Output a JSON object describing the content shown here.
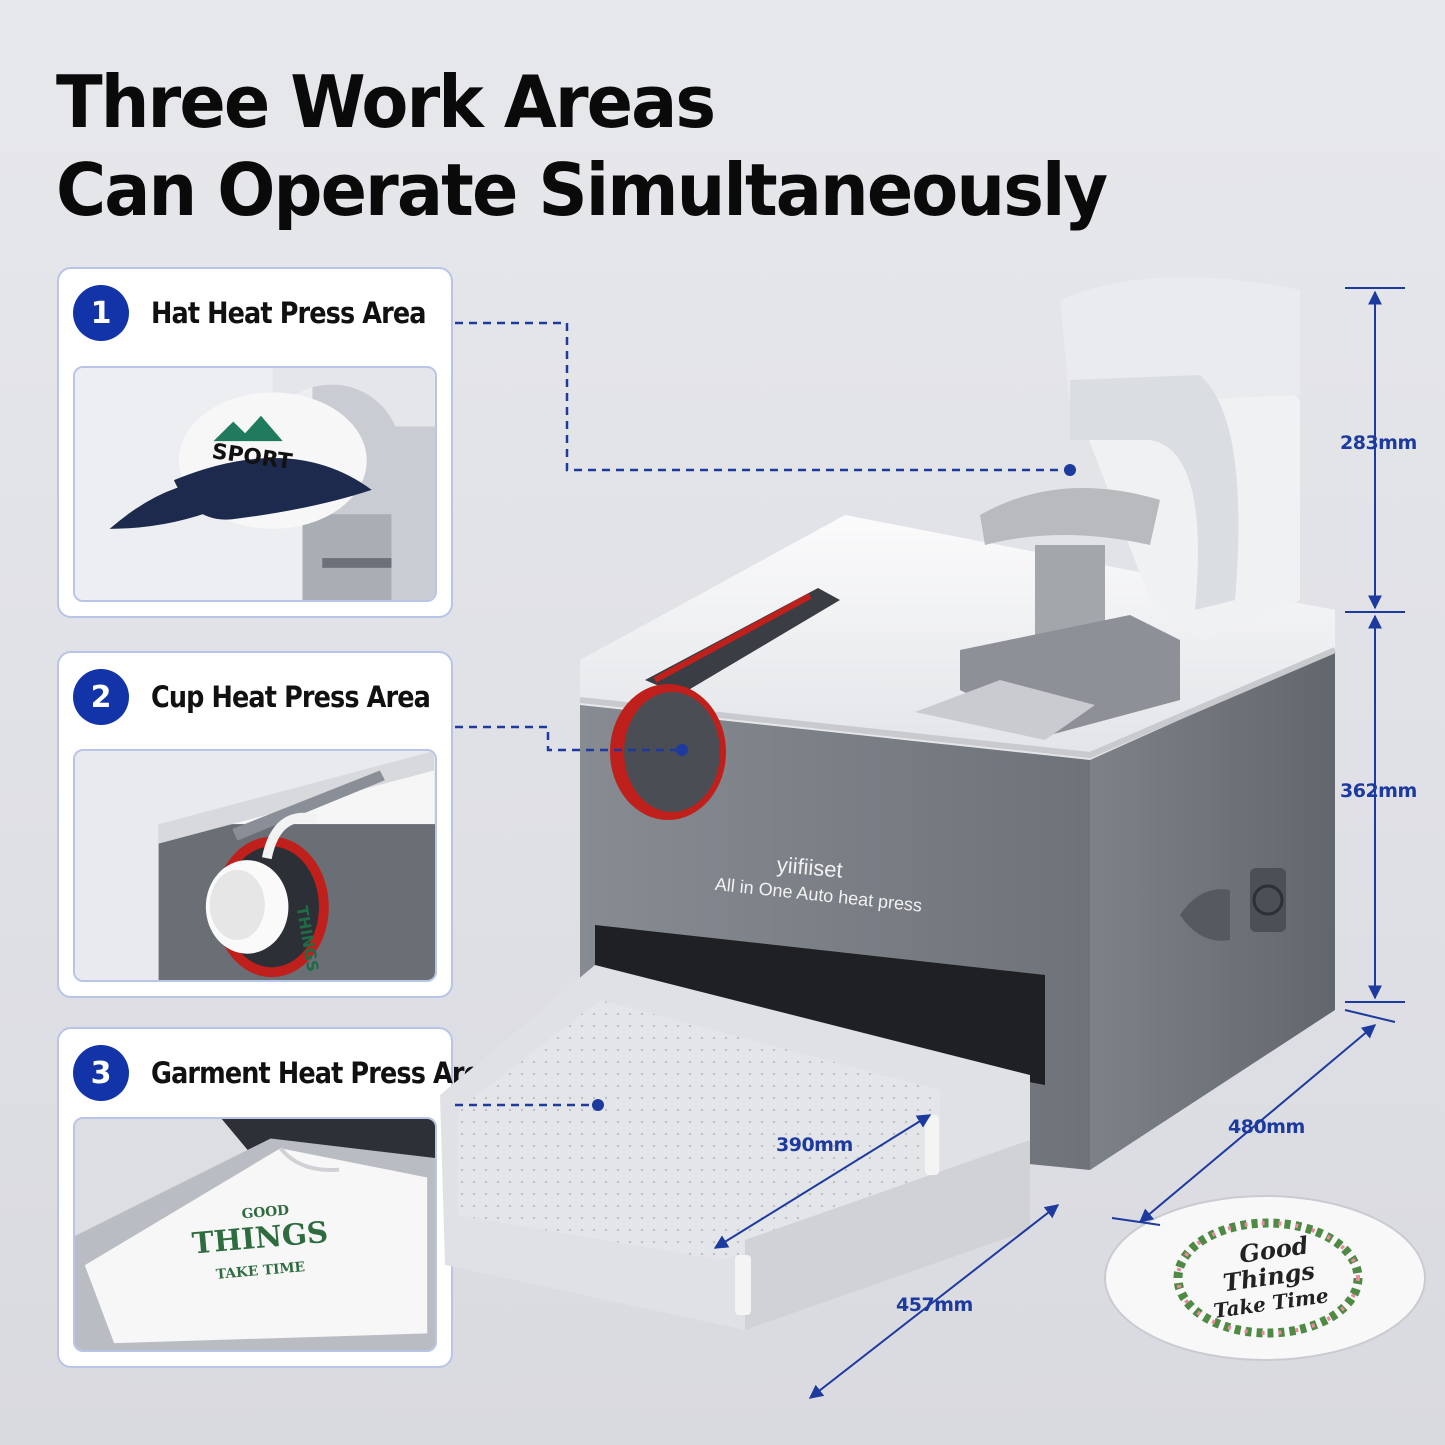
{
  "headline": {
    "line1": "Three Work Areas",
    "line2": "Can Operate Simultaneously"
  },
  "areas": [
    {
      "number": "1",
      "title": "Hat Heat Press Area"
    },
    {
      "number": "2",
      "title": "Cup Heat Press Area"
    },
    {
      "number": "3",
      "title": "Garment Heat Press Area"
    }
  ],
  "dimensions": {
    "upper_height": "283mm",
    "body_height": "362mm",
    "depth": "480mm",
    "tray_width": "390mm",
    "tray_depth": "457mm"
  },
  "product": {
    "brand": "yiifiiset",
    "tagline": "All in One Auto heat press"
  },
  "hat_print": {
    "word": "SPORT"
  },
  "print_art": {
    "line1": "GOOD",
    "line2": "THINGS",
    "line3": "TAKE TIME"
  },
  "plate_art": {
    "line1": "Good",
    "line2": "Things",
    "line3": "Take Time"
  },
  "colors": {
    "accent": "#1234a8",
    "dim_text": "#1d3a9e",
    "card_border": "#b8c5e6",
    "cup_ring": "#c0201c"
  },
  "icons": [
    "dimension-arrow-icon",
    "leader-line-dot-icon"
  ]
}
